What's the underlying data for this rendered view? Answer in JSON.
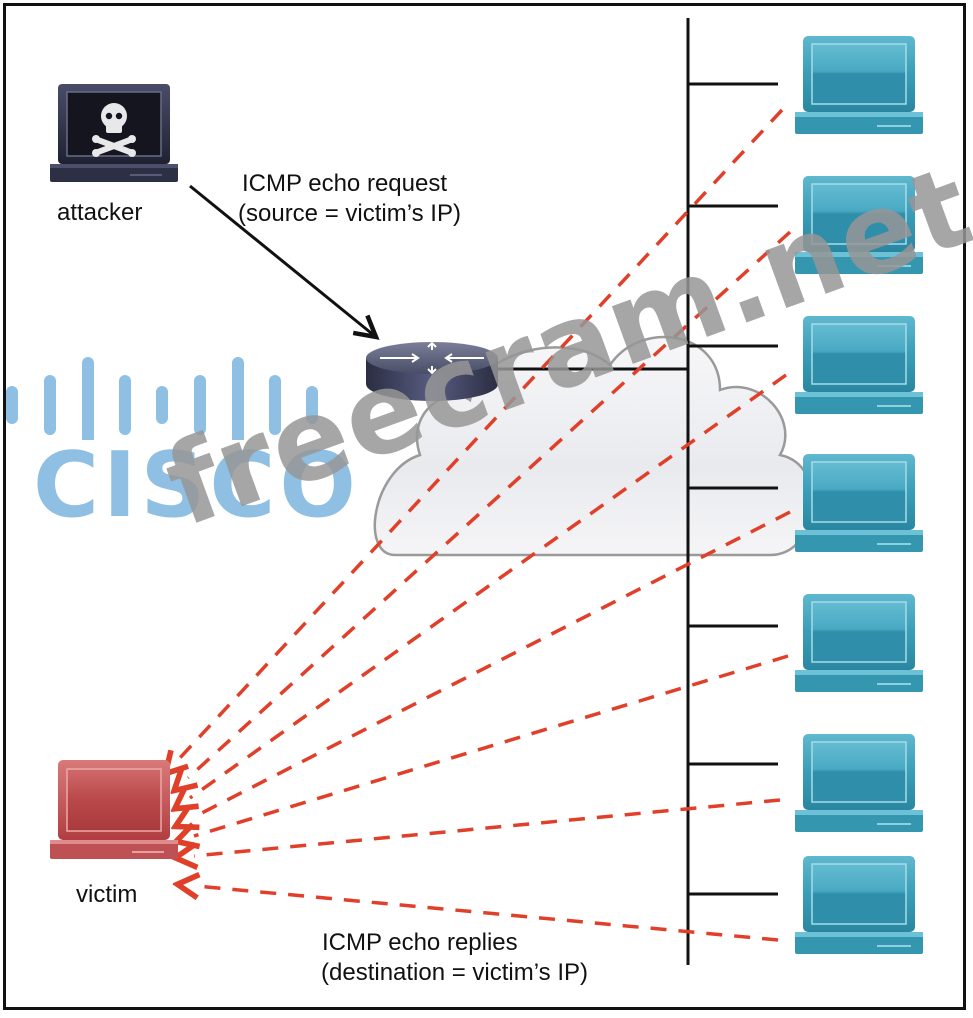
{
  "diagram": {
    "title": "ICMP smurf attack",
    "nodes": {
      "attacker": {
        "label": "attacker",
        "icon": "skull-laptop-icon",
        "color": "#2e3148"
      },
      "router": {
        "label": "",
        "icon": "router-icon",
        "color": "#3a3d58"
      },
      "cloud": {
        "label": "",
        "icon": "cloud-icon"
      },
      "victim": {
        "label": "victim",
        "icon": "laptop-icon",
        "color": "#c0494b"
      },
      "hosts": [
        {
          "id": "host-1",
          "icon": "laptop-icon"
        },
        {
          "id": "host-2",
          "icon": "laptop-icon"
        },
        {
          "id": "host-3",
          "icon": "laptop-icon"
        },
        {
          "id": "host-4",
          "icon": "laptop-icon"
        },
        {
          "id": "host-5",
          "icon": "laptop-icon"
        },
        {
          "id": "host-6",
          "icon": "laptop-icon"
        },
        {
          "id": "host-7",
          "icon": "laptop-icon"
        }
      ],
      "host_color": "#3a9db8"
    },
    "edges": {
      "request": {
        "from": "attacker",
        "to": "router",
        "line1": "ICMP echo request",
        "line2": "(source = victim’s IP)",
        "style": "solid-arrow",
        "color": "#111111"
      },
      "replies": {
        "from": "hosts",
        "to": "victim",
        "line1": "ICMP echo replies",
        "line2": "(destination = victim’s IP)",
        "style": "dashed-arrow",
        "color": "#e0402a",
        "count": 7
      },
      "bus": {
        "style": "solid",
        "color": "#111111"
      }
    },
    "logo": {
      "text": "CISCO",
      "icon": "cisco-bars-icon",
      "color": "#8fbfe3"
    },
    "watermark": {
      "text": "freecram.net"
    }
  }
}
